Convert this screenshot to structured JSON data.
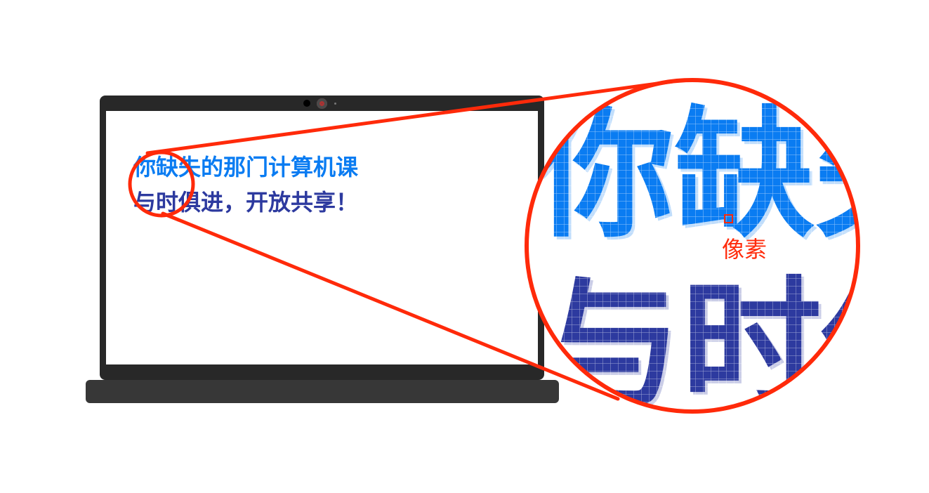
{
  "screen": {
    "line1": "你缺失的那门计算机课",
    "line2": "与时俱进，开放共享！"
  },
  "zoom": {
    "row1_chars": "你缺失",
    "row2_chars": "与时俱",
    "pixel_label": "像素"
  },
  "colors": {
    "line1": "#0a7cf2",
    "line2": "#2d3a9f",
    "highlight": "#ff2a0a",
    "laptop_body": "#282828",
    "laptop_base": "#373737"
  }
}
